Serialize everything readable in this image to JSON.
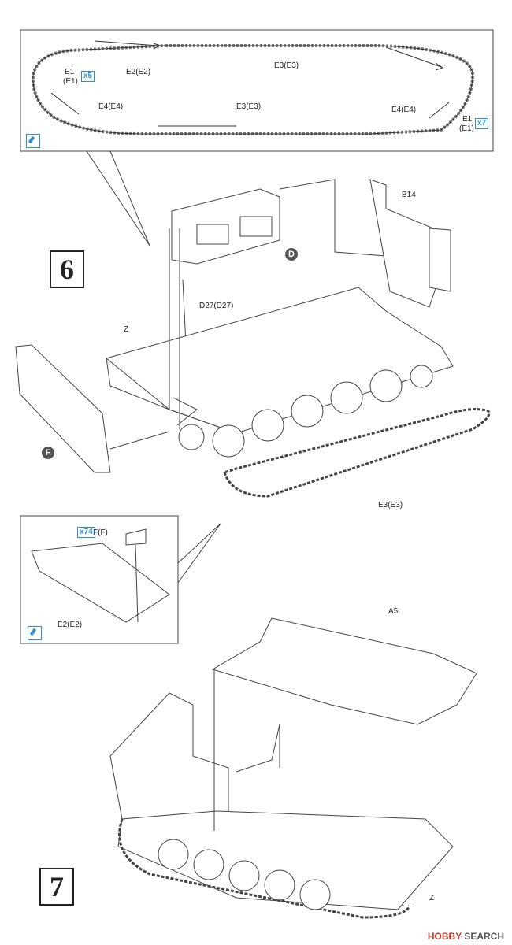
{
  "steps": {
    "six": "6",
    "seven": "7"
  },
  "track_detail": {
    "labels": {
      "e1_left": "E1",
      "e1_left_paren": "(E1)",
      "e2": "E2(E2)",
      "e3_top": "E3(E3)",
      "e4_left": "E4(E4)",
      "e3_bottom": "E3(E3)",
      "e4_right": "E4(E4)",
      "e1_right": "E1",
      "e1_right_paren": "(E1)"
    },
    "qty_left": "x5",
    "qty_right": "x7",
    "glue_icon": "glue-icon"
  },
  "step6": {
    "b14": "B14",
    "marker_d": "D",
    "d27": "D27(D27)",
    "z": "Z",
    "marker_f": "F",
    "e3": "E3(E3)"
  },
  "link_detail": {
    "qty": "x74",
    "f": "F(F)",
    "e2": "E2(E2)",
    "glue_icon": "glue-icon"
  },
  "step7": {
    "a5": "A5",
    "z": "Z"
  },
  "watermark": {
    "brand": "HOBBY",
    "suffix": "SEARCH"
  },
  "colors": {
    "accent": "#2a8fd6",
    "line": "#444444",
    "marker": "#555555"
  }
}
